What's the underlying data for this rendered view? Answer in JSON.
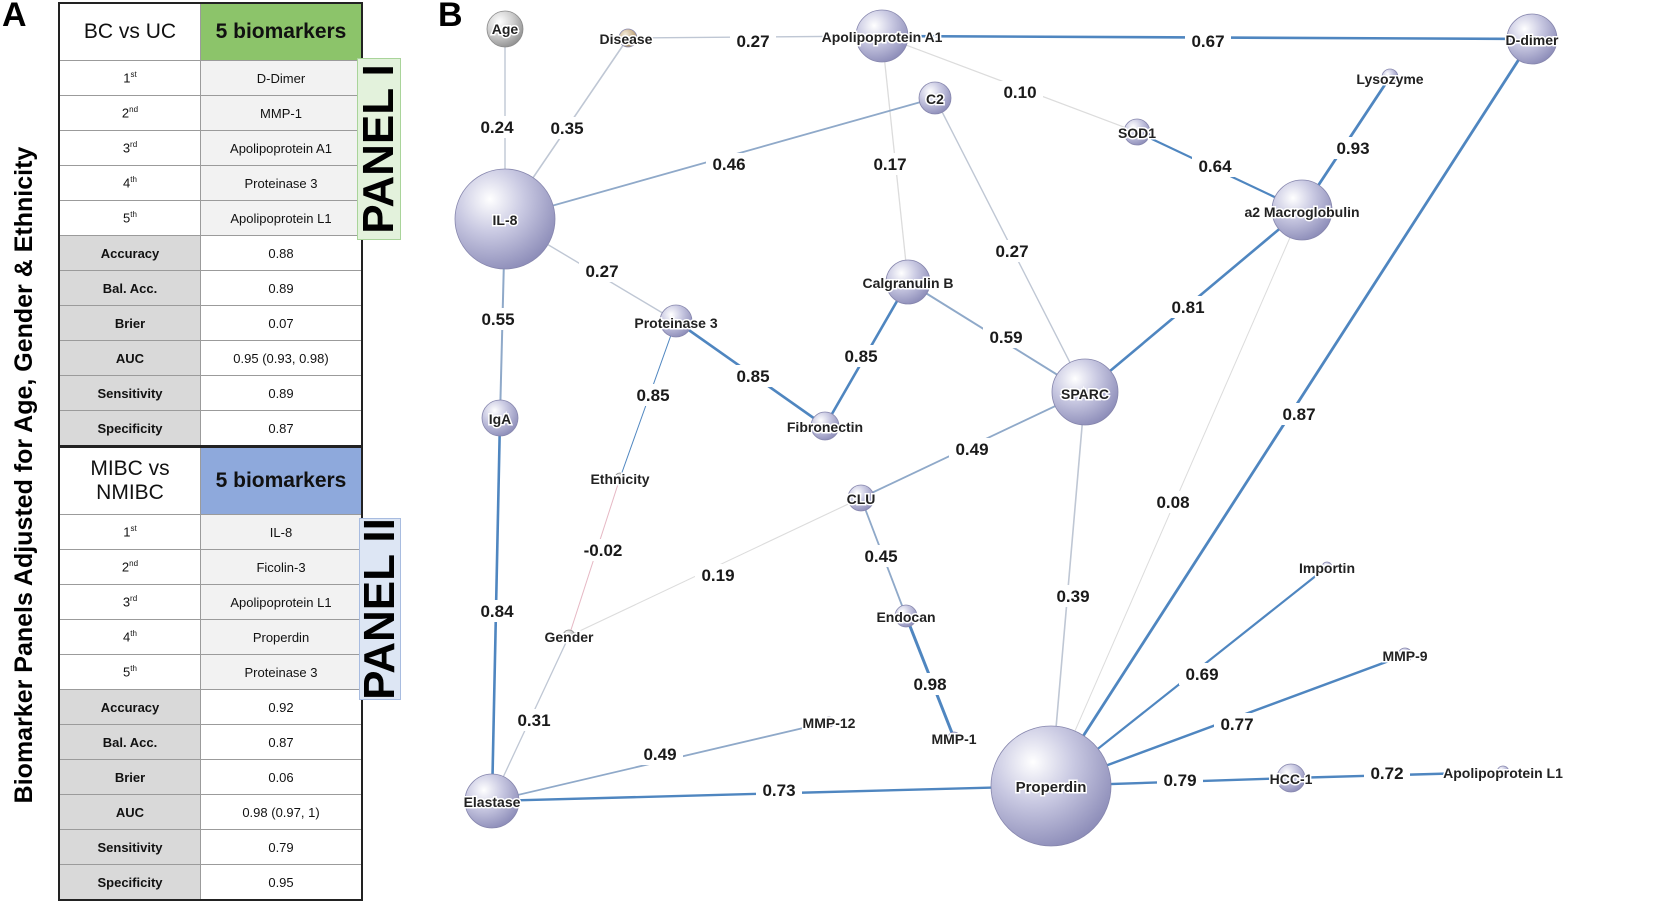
{
  "panel_a": {
    "letter": "A",
    "vertical_title": "Biomarker Panels Adjusted for Age, Gender & Ethnicity",
    "table1": {
      "header_left": "BC vs UC",
      "header_right": "5 biomarkers",
      "ranks": [
        {
          "n": "1",
          "sup": "st",
          "marker": "D-Dimer"
        },
        {
          "n": "2",
          "sup": "nd",
          "marker": "MMP-1"
        },
        {
          "n": "3",
          "sup": "rd",
          "marker": "Apolipoprotein A1"
        },
        {
          "n": "4",
          "sup": "th",
          "marker": "Proteinase 3"
        },
        {
          "n": "5",
          "sup": "th",
          "marker": "Apolipoprotein L1"
        }
      ],
      "metrics": [
        {
          "name": "Accuracy",
          "value": "0.88"
        },
        {
          "name": "Bal. Acc.",
          "value": "0.89"
        },
        {
          "name": "Brier",
          "value": "0.07"
        },
        {
          "name": "AUC",
          "value": "0.95 (0.93, 0.98)"
        },
        {
          "name": "Sensitivity",
          "value": "0.89"
        },
        {
          "name": "Specificity",
          "value": "0.87"
        }
      ],
      "panel_label": "PANEL I"
    },
    "table2": {
      "header_left": "MIBC vs NMIBC",
      "header_right": "5 biomarkers",
      "ranks": [
        {
          "n": "1",
          "sup": "st",
          "marker": "IL-8"
        },
        {
          "n": "2",
          "sup": "nd",
          "marker": "Ficolin-3"
        },
        {
          "n": "3",
          "sup": "rd",
          "marker": "Apolipoprotein L1"
        },
        {
          "n": "4",
          "sup": "th",
          "marker": "Properdin"
        },
        {
          "n": "5",
          "sup": "th",
          "marker": "Proteinase 3"
        }
      ],
      "metrics": [
        {
          "name": "Accuracy",
          "value": "0.92"
        },
        {
          "name": "Bal. Acc.",
          "value": "0.87"
        },
        {
          "name": "Brier",
          "value": "0.06"
        },
        {
          "name": "AUC",
          "value": "0.98 (0.97, 1)"
        },
        {
          "name": "Sensitivity",
          "value": "0.79"
        },
        {
          "name": "Specificity",
          "value": "0.95"
        }
      ],
      "panel_label": "PANEL II"
    }
  },
  "panel_b": {
    "letter": "B",
    "colors": {
      "node_fill": "#a8a8cc",
      "node_grey": "#9a9a9a",
      "node_tan": "#b09a78",
      "edge_strong": "#4f86c0",
      "edge_weak": "#c8c8c8",
      "edge_negative": "#e6b8c4"
    },
    "nodes": [
      {
        "id": "age",
        "label": "Age",
        "kind": "grey"
      },
      {
        "id": "disease",
        "label": "Disease",
        "kind": "tan"
      },
      {
        "id": "apoa1",
        "label": "Apolipoprotein A1",
        "kind": "protein"
      },
      {
        "id": "ddimer",
        "label": "D-dimer",
        "kind": "protein"
      },
      {
        "id": "lysozyme",
        "label": "Lysozyme",
        "kind": "protein"
      },
      {
        "id": "c2",
        "label": "C2",
        "kind": "protein"
      },
      {
        "id": "sod1",
        "label": "SOD1",
        "kind": "protein"
      },
      {
        "id": "il8",
        "label": "IL-8",
        "kind": "protein"
      },
      {
        "id": "a2m",
        "label": "a2 Macroglobulin",
        "kind": "protein"
      },
      {
        "id": "calgranulin",
        "label": "Calgranulin B",
        "kind": "protein"
      },
      {
        "id": "prot3",
        "label": "Proteinase 3",
        "kind": "protein"
      },
      {
        "id": "sparc",
        "label": "SPARC",
        "kind": "protein"
      },
      {
        "id": "iga",
        "label": "IgA",
        "kind": "protein"
      },
      {
        "id": "fibronectin",
        "label": "Fibronectin",
        "kind": "protein"
      },
      {
        "id": "ethnicity",
        "label": "Ethnicity",
        "kind": "grey"
      },
      {
        "id": "clu",
        "label": "CLU",
        "kind": "protein"
      },
      {
        "id": "importin",
        "label": "Importin",
        "kind": "protein"
      },
      {
        "id": "gender",
        "label": "Gender",
        "kind": "grey"
      },
      {
        "id": "endocan",
        "label": "Endocan",
        "kind": "protein"
      },
      {
        "id": "mmp9",
        "label": "MMP-9",
        "kind": "protein"
      },
      {
        "id": "mmp12",
        "label": "MMP-12",
        "kind": "protein"
      },
      {
        "id": "mmp1",
        "label": "MMP-1",
        "kind": "protein"
      },
      {
        "id": "elastase",
        "label": "Elastase",
        "kind": "protein"
      },
      {
        "id": "properdin",
        "label": "Properdin",
        "kind": "protein"
      },
      {
        "id": "hcc1",
        "label": "HCC-1",
        "kind": "protein"
      },
      {
        "id": "apol1",
        "label": "Apolipoprotein L1",
        "kind": "protein"
      }
    ],
    "edges": [
      {
        "from": "age",
        "to": "il8",
        "weight": "0.24"
      },
      {
        "from": "disease",
        "to": "il8",
        "weight": "0.35"
      },
      {
        "from": "disease",
        "to": "apoa1",
        "weight": "0.27"
      },
      {
        "from": "apoa1",
        "to": "ddimer",
        "weight": "0.67"
      },
      {
        "from": "apoa1",
        "to": "sod1",
        "weight": "0.10"
      },
      {
        "from": "apoa1",
        "to": "calgranulin",
        "weight": "0.17"
      },
      {
        "from": "c2",
        "to": "il8",
        "weight": "0.46"
      },
      {
        "from": "c2",
        "to": "sparc",
        "weight": "0.27"
      },
      {
        "from": "sod1",
        "to": "a2m",
        "weight": "0.64"
      },
      {
        "from": "lysozyme",
        "to": "a2m",
        "weight": "0.93"
      },
      {
        "from": "il8",
        "to": "prot3",
        "weight": "0.27"
      },
      {
        "from": "il8",
        "to": "iga",
        "weight": "0.55"
      },
      {
        "from": "calgranulin",
        "to": "fibronectin",
        "weight": "0.85"
      },
      {
        "from": "calgranulin",
        "to": "sparc",
        "weight": "0.59"
      },
      {
        "from": "sparc",
        "to": "a2m",
        "weight": "0.81"
      },
      {
        "from": "prot3",
        "to": "fibronectin",
        "weight": "0.85"
      },
      {
        "from": "prot3",
        "to": "ethnicity",
        "weight": "0.85"
      },
      {
        "from": "ddimer",
        "to": "properdin",
        "weight": "0.87"
      },
      {
        "from": "a2m",
        "to": "properdin",
        "weight": "0.08"
      },
      {
        "from": "sparc",
        "to": "clu",
        "weight": "0.49"
      },
      {
        "from": "ethnicity",
        "to": "gender",
        "weight": "-0.02"
      },
      {
        "from": "clu",
        "to": "gender",
        "weight": "0.19"
      },
      {
        "from": "clu",
        "to": "endocan",
        "weight": "0.45"
      },
      {
        "from": "sparc",
        "to": "properdin",
        "weight": "0.39"
      },
      {
        "from": "endocan",
        "to": "mmp1",
        "weight": "0.98"
      },
      {
        "from": "iga",
        "to": "elastase",
        "weight": "0.84"
      },
      {
        "from": "gender",
        "to": "elastase",
        "weight": "0.31"
      },
      {
        "from": "importin",
        "to": "properdin",
        "weight": "0.69"
      },
      {
        "from": "mmp9",
        "to": "properdin",
        "weight": "0.77"
      },
      {
        "from": "mmp12",
        "to": "elastase",
        "weight": "0.49"
      },
      {
        "from": "elastase",
        "to": "properdin",
        "weight": "0.73"
      },
      {
        "from": "properdin",
        "to": "hcc1",
        "weight": "0.79"
      },
      {
        "from": "hcc1",
        "to": "apol1",
        "weight": "0.72"
      }
    ]
  }
}
